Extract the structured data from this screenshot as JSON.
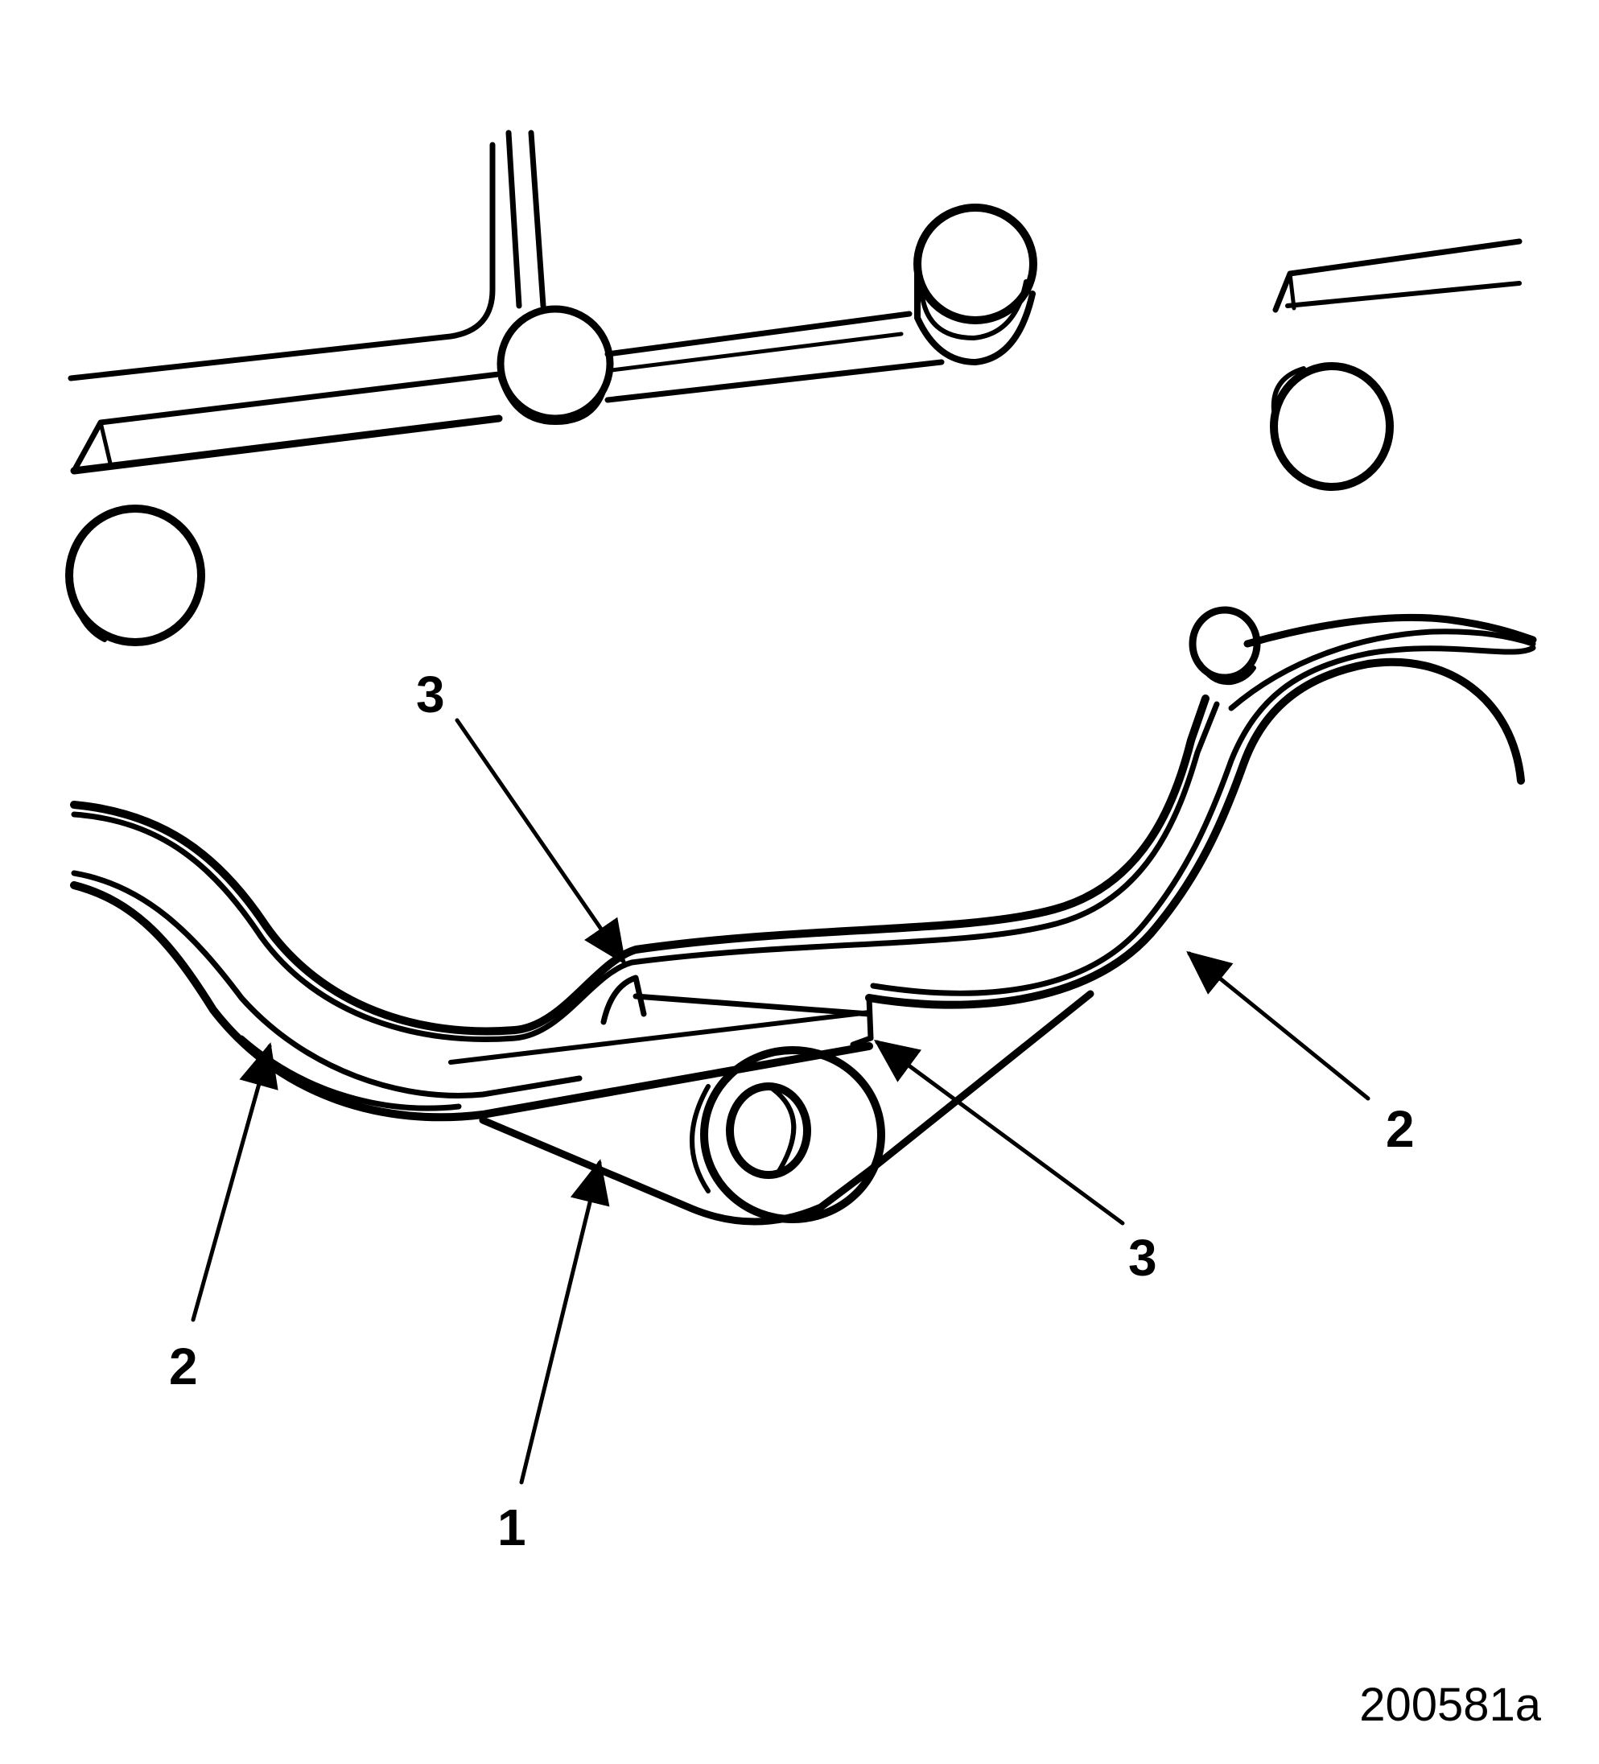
{
  "figure": {
    "id": "200581a"
  },
  "callouts": [
    {
      "key": "callout-1",
      "label": "1"
    },
    {
      "key": "callout-2-left",
      "label": "2"
    },
    {
      "key": "callout-2-right",
      "label": "2"
    },
    {
      "key": "callout-3-upper",
      "label": "3"
    },
    {
      "key": "callout-3-lower",
      "label": "3"
    }
  ],
  "colors": {
    "ink": "#000000",
    "background": "#ffffff"
  }
}
